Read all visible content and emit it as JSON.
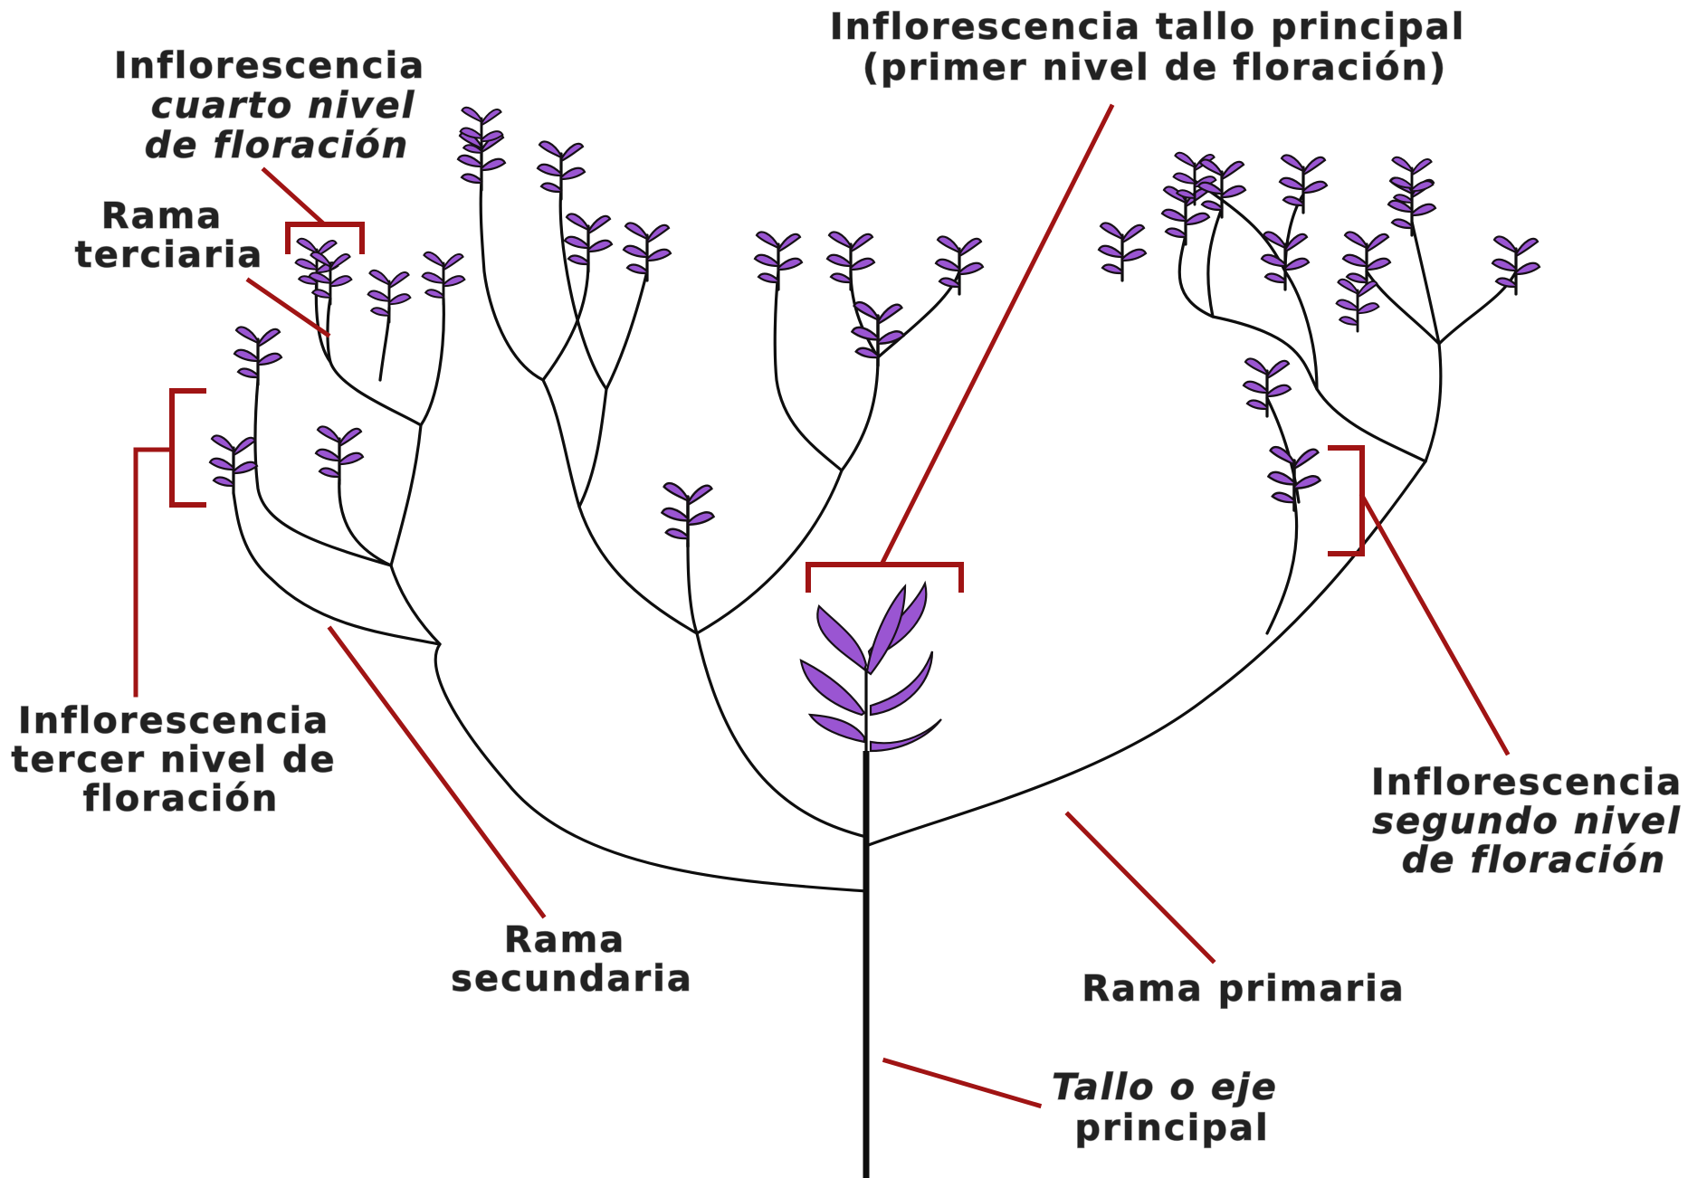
{
  "colors": {
    "branch": "#0e0e0e",
    "flower": "#9a55d2",
    "flower_dark": "#3a1f4f",
    "leader": "#a01414",
    "label": "#222222",
    "background": "#ffffff"
  },
  "labels": {
    "main_inflorescence": [
      "Inflorescencia tallo principal",
      "(primer nivel de floración)"
    ],
    "fourth_level": [
      "Inflorescencia",
      "cuarto nivel",
      "de floración"
    ],
    "tertiary_branch": [
      "Rama",
      "terciaria"
    ],
    "third_level": [
      "Inflorescencia",
      "tercer nivel de",
      "floración"
    ],
    "secondary_branch": [
      "Rama",
      "secundaria"
    ],
    "second_level": [
      "Inflorescencia",
      "segundo nivel",
      "de floración"
    ],
    "primary_branch": [
      "Rama primaria"
    ],
    "main_stem": [
      "Tallo o eje",
      "principal"
    ]
  }
}
